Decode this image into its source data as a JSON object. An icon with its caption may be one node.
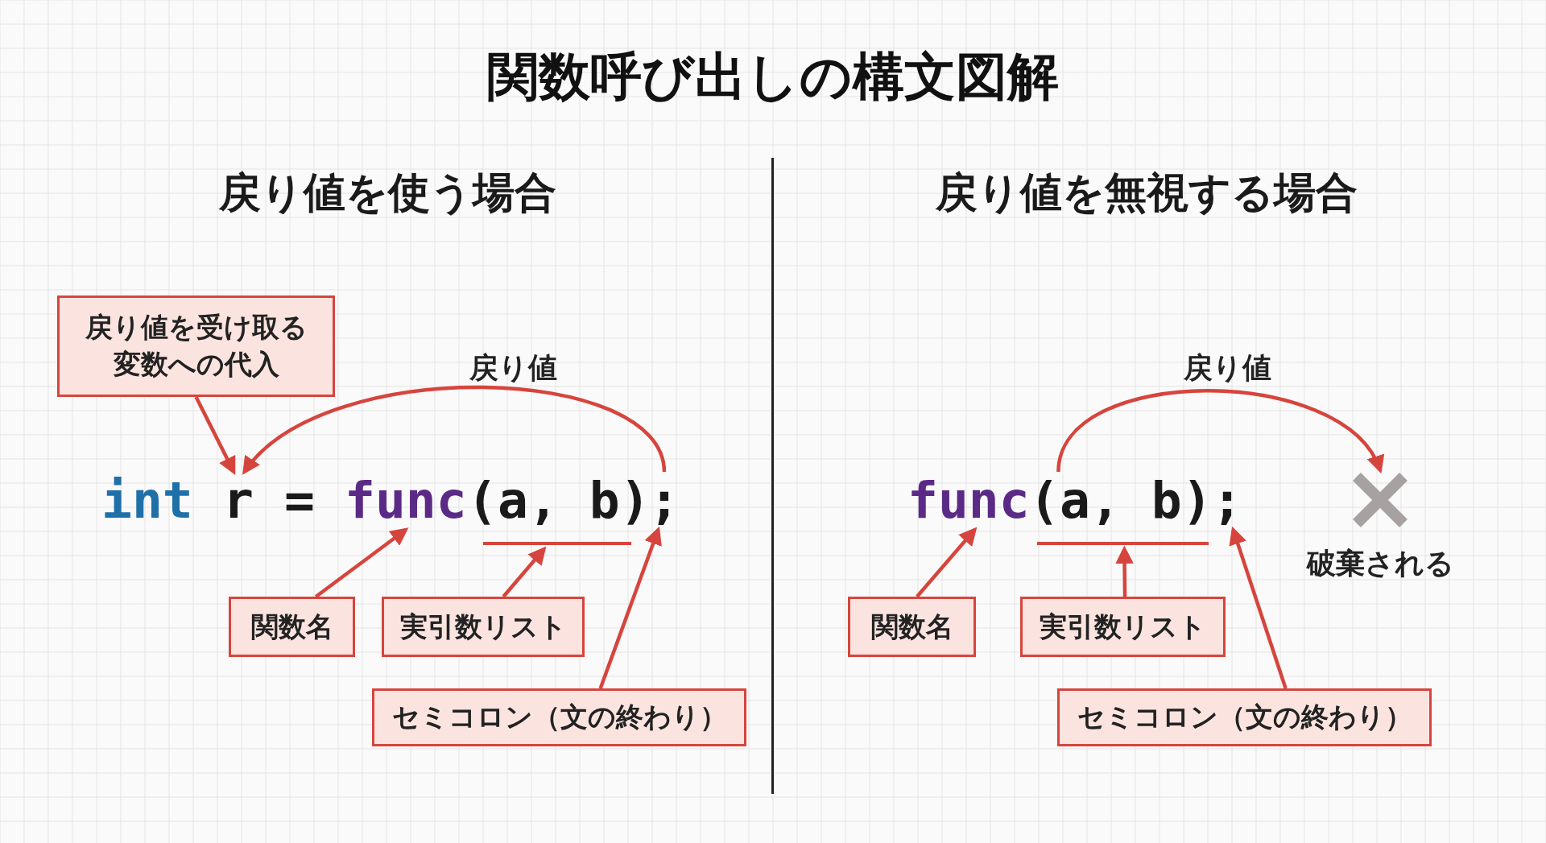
{
  "diagram": {
    "title": "関数呼び出しの構文図解",
    "nodes": [
      {
        "text": [
          "戻り値を受け取る変数への代入"
        ]
      },
      {
        "text": [
          "r"
        ]
      },
      {
        "text": [
          "func"
        ]
      },
      {
        "text": [
          "(a, b)"
        ]
      },
      {
        "text": [
          ";"
        ]
      },
      {
        "text": [
          "関数名"
        ]
      },
      {
        "text": [
          "実引数リスト"
        ]
      },
      {
        "text": [
          "セミコロン（文の終わり）"
        ]
      },
      {
        "text": [
          "func"
        ]
      },
      {
        "text": [
          "(a, b)"
        ]
      },
      {
        "text": [
          ";"
        ]
      },
      {
        "text": [],
        "shape": "cross",
        "beside": [
          "破棄される"
        ]
      },
      {
        "text": [
          "関数名"
        ]
      },
      {
        "text": [
          "実引数リスト"
        ]
      },
      {
        "text": [
          "セミコロン（文の終わり）"
        ]
      }
    ],
    "edges": [
      {
        "from": 0,
        "to": 1,
        "arrow": "to"
      },
      {
        "from": 4,
        "to": 1,
        "arrow": "to",
        "label": "戻り値"
      },
      {
        "from": 5,
        "to": 2,
        "arrow": "to"
      },
      {
        "from": 6,
        "to": 3,
        "arrow": "to"
      },
      {
        "from": 7,
        "to": 4,
        "arrow": "to"
      },
      {
        "from": 9,
        "to": 11,
        "arrow": "to",
        "label": "戻り値"
      },
      {
        "from": 12,
        "to": 8,
        "arrow": "to"
      },
      {
        "from": 13,
        "to": 9,
        "arrow": "to"
      },
      {
        "from": 14,
        "to": 10,
        "arrow": "to"
      }
    ],
    "labels": [
      "戻り値を使う場合",
      "戻り値を無視する場合",
      "int",
      "="
    ]
  }
}
